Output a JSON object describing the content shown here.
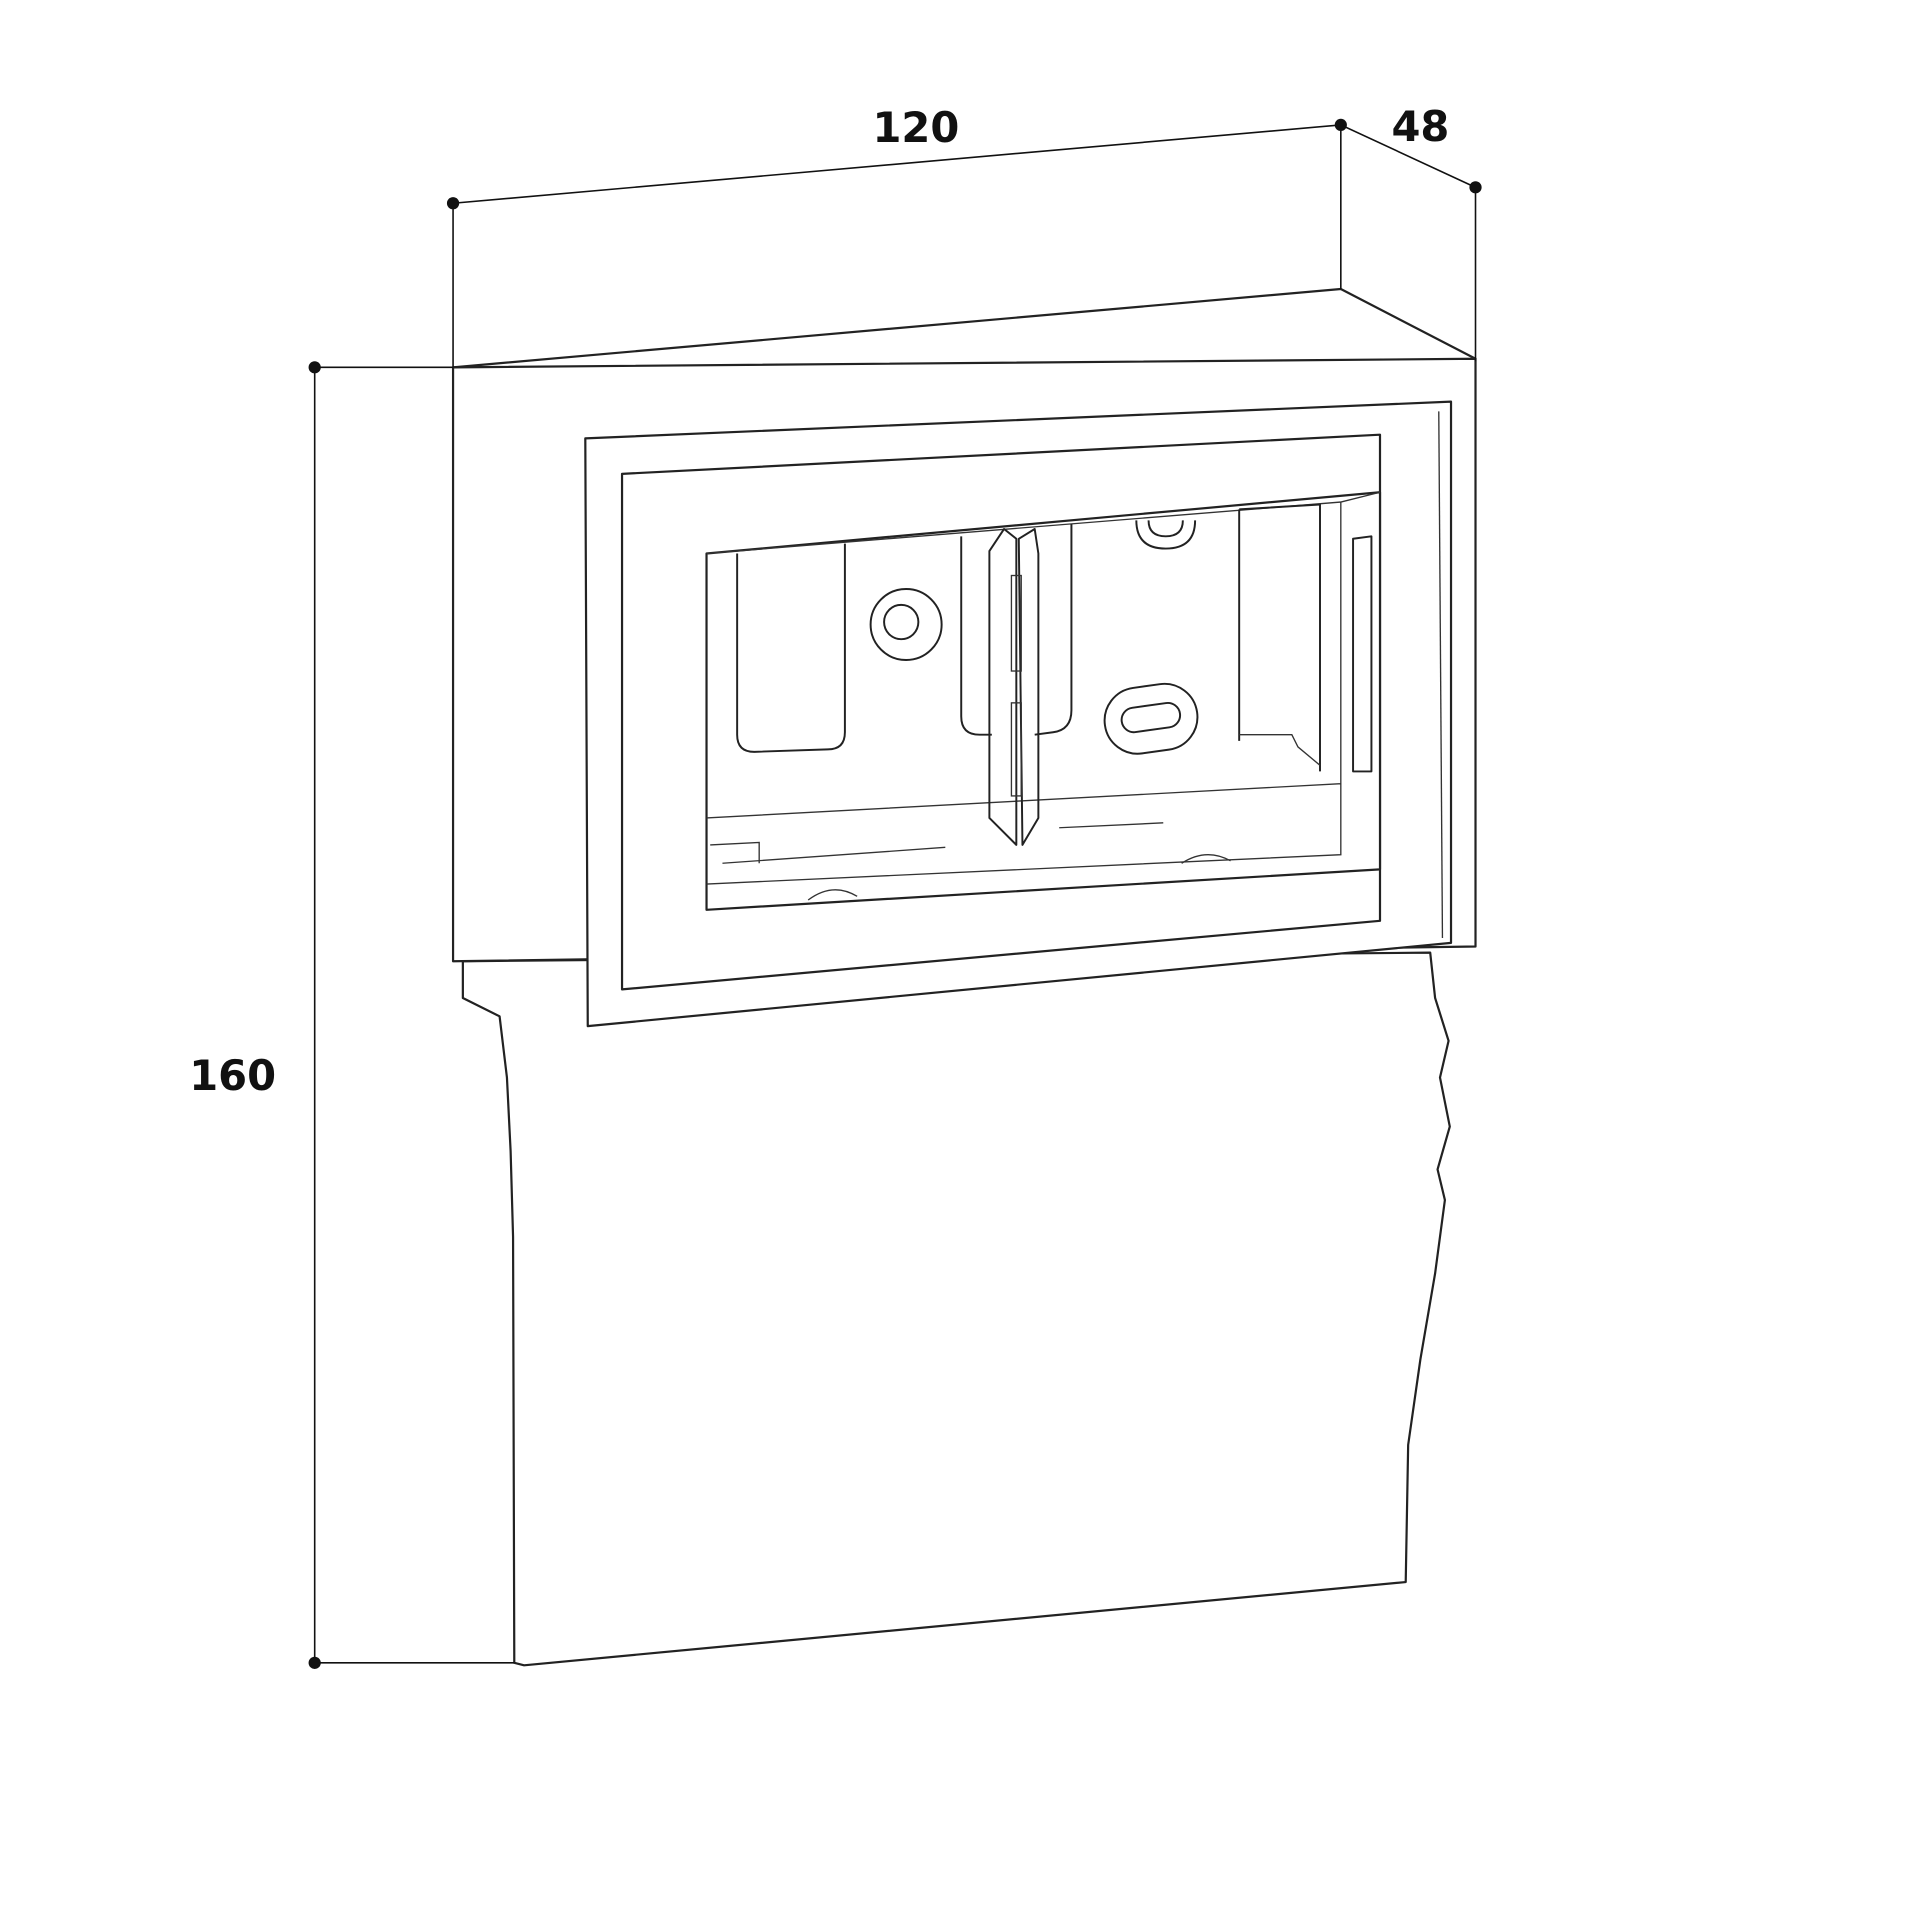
{
  "dimensions": {
    "width": "120",
    "depth": "48",
    "height": "160"
  }
}
